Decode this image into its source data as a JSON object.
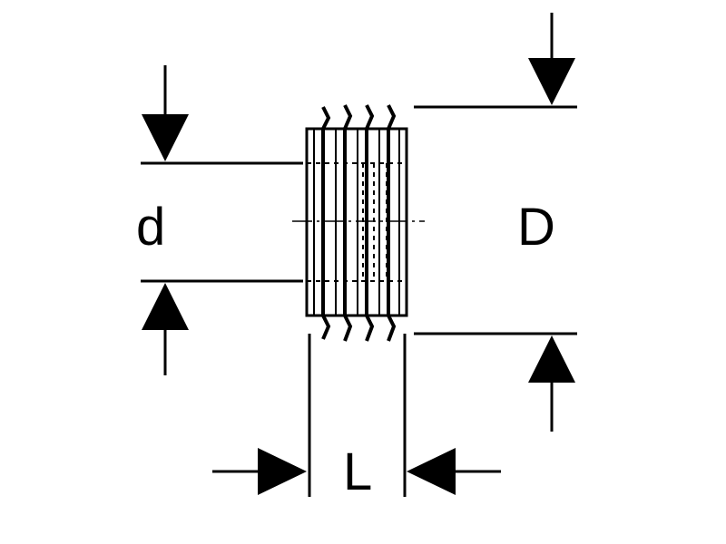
{
  "labels": {
    "inner_diameter": "d",
    "outer_diameter": "D",
    "length": "L"
  },
  "colors": {
    "ink": "#000000",
    "background": "#ffffff"
  }
}
